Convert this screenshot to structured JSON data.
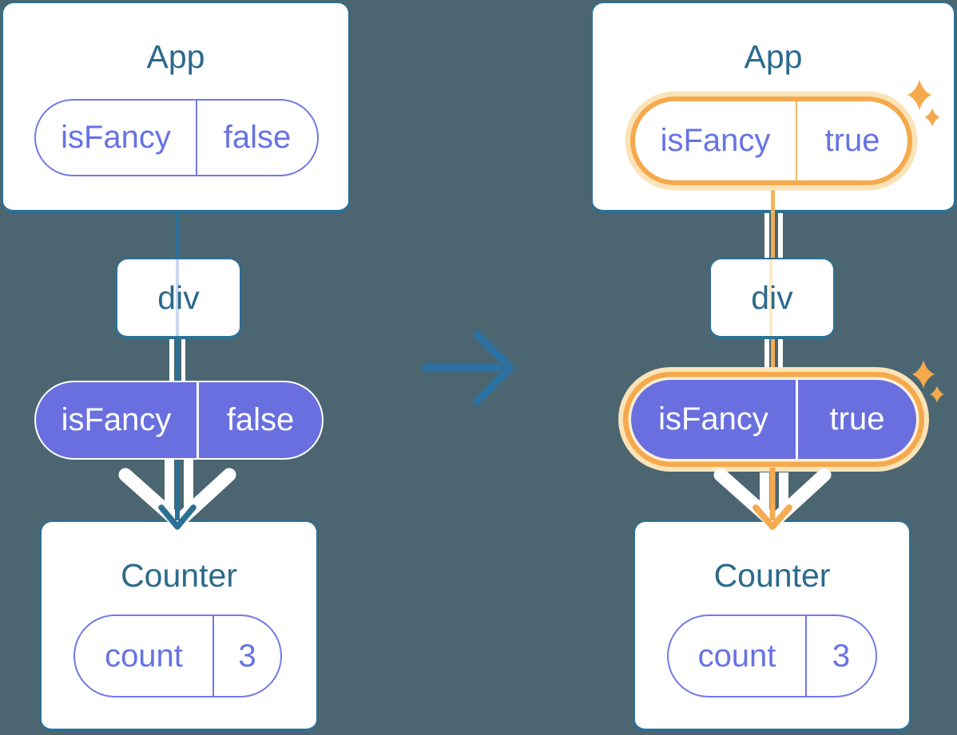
{
  "colors": {
    "background": "#4b6670",
    "card_border": "#2d7095",
    "title_text": "#2b6a8c",
    "purple_text": "#6673e4",
    "purple_fill": "#6a6fdf",
    "teal_line": "#2d7095",
    "orange_line": "#f5ab51",
    "orange_ring": "#f5a94c",
    "orange_glow": "#fbe3b8",
    "sparkle": "#f5a94d",
    "transition_arrow": "#2b71a1",
    "light_lavender_line": "#ccd7ef",
    "light_peach_line": "#fdeaca"
  },
  "left_tree": {
    "app": {
      "title": "App",
      "pill": {
        "key": "isFancy",
        "value": "false"
      }
    },
    "div": {
      "label": "div"
    },
    "passed_prop": {
      "key": "isFancy",
      "value": "false"
    },
    "counter": {
      "title": "Counter",
      "pill": {
        "key": "count",
        "value": "3"
      }
    }
  },
  "right_tree": {
    "app": {
      "title": "App",
      "pill": {
        "key": "isFancy",
        "value": "true"
      }
    },
    "div": {
      "label": "div"
    },
    "passed_prop": {
      "key": "isFancy",
      "value": "true"
    },
    "counter": {
      "title": "Counter",
      "pill": {
        "key": "count",
        "value": "3"
      }
    }
  },
  "icons": {
    "transition": "arrow-right-icon",
    "highlight": "sparkle-icon",
    "prop_flow": "arrow-down-icon",
    "receive": "chevron-down-icon"
  }
}
